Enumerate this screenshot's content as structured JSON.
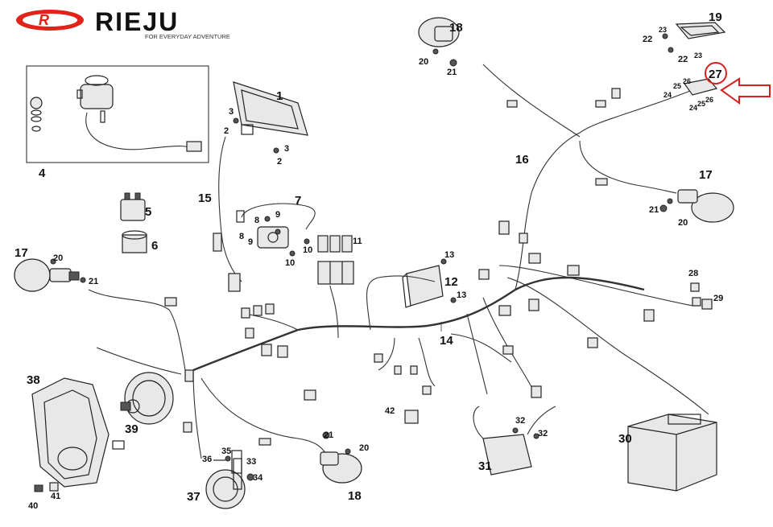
{
  "brand": {
    "name": "RIEJU",
    "tagline": "FOR EVERYDAY ADVENTURE",
    "logo_color": "#e2231a"
  },
  "highlight": {
    "part": "27",
    "color": "#d62020"
  },
  "callouts": [
    {
      "id": "c1",
      "text": "1",
      "size": "big"
    },
    {
      "id": "c2a",
      "text": "2",
      "size": "sm"
    },
    {
      "id": "c2b",
      "text": "2",
      "size": "sm"
    },
    {
      "id": "c3a",
      "text": "3",
      "size": "sm"
    },
    {
      "id": "c3b",
      "text": "3",
      "size": "sm"
    },
    {
      "id": "c4",
      "text": "4",
      "size": "big"
    },
    {
      "id": "c5",
      "text": "5",
      "size": "big"
    },
    {
      "id": "c6",
      "text": "6",
      "size": "big"
    },
    {
      "id": "c7",
      "text": "7",
      "size": "big"
    },
    {
      "id": "c8a",
      "text": "8",
      "size": "sm"
    },
    {
      "id": "c8b",
      "text": "8",
      "size": "sm"
    },
    {
      "id": "c9a",
      "text": "9",
      "size": "sm"
    },
    {
      "id": "c9b",
      "text": "9",
      "size": "sm"
    },
    {
      "id": "c10a",
      "text": "10",
      "size": "sm"
    },
    {
      "id": "c10b",
      "text": "10",
      "size": "sm"
    },
    {
      "id": "c11",
      "text": "11",
      "size": "sm"
    },
    {
      "id": "c12",
      "text": "12",
      "size": "big"
    },
    {
      "id": "c13a",
      "text": "13",
      "size": "sm"
    },
    {
      "id": "c13b",
      "text": "13",
      "size": "sm"
    },
    {
      "id": "c14",
      "text": "14",
      "size": "big"
    },
    {
      "id": "c15",
      "text": "15",
      "size": "big"
    },
    {
      "id": "c16",
      "text": "16",
      "size": "big"
    },
    {
      "id": "c17a",
      "text": "17",
      "size": "big"
    },
    {
      "id": "c17b",
      "text": "17",
      "size": "big"
    },
    {
      "id": "c18a",
      "text": "18",
      "size": "big"
    },
    {
      "id": "c18b",
      "text": "18",
      "size": "big"
    },
    {
      "id": "c19",
      "text": "19",
      "size": "big"
    },
    {
      "id": "c20a",
      "text": "20",
      "size": "sm"
    },
    {
      "id": "c20b",
      "text": "20",
      "size": "sm"
    },
    {
      "id": "c20c",
      "text": "20",
      "size": "sm"
    },
    {
      "id": "c20d",
      "text": "20",
      "size": "sm"
    },
    {
      "id": "c21a",
      "text": "21",
      "size": "sm"
    },
    {
      "id": "c21b",
      "text": "21",
      "size": "sm"
    },
    {
      "id": "c21c",
      "text": "21",
      "size": "sm"
    },
    {
      "id": "c21d",
      "text": "21",
      "size": "sm"
    },
    {
      "id": "c22a",
      "text": "22",
      "size": "sm"
    },
    {
      "id": "c22b",
      "text": "22",
      "size": "sm"
    },
    {
      "id": "c23a",
      "text": "23",
      "size": "xs"
    },
    {
      "id": "c23b",
      "text": "23",
      "size": "xs"
    },
    {
      "id": "c24a",
      "text": "24",
      "size": "xs"
    },
    {
      "id": "c24b",
      "text": "24",
      "size": "xs"
    },
    {
      "id": "c25a",
      "text": "25",
      "size": "xs"
    },
    {
      "id": "c25b",
      "text": "25",
      "size": "xs"
    },
    {
      "id": "c26a",
      "text": "26",
      "size": "xs"
    },
    {
      "id": "c26b",
      "text": "26",
      "size": "xs"
    },
    {
      "id": "c27",
      "text": "27",
      "size": "big"
    },
    {
      "id": "c28",
      "text": "28",
      "size": "sm"
    },
    {
      "id": "c29",
      "text": "29",
      "size": "sm"
    },
    {
      "id": "c30",
      "text": "30",
      "size": "big"
    },
    {
      "id": "c31",
      "text": "31",
      "size": "big"
    },
    {
      "id": "c32a",
      "text": "32",
      "size": "sm"
    },
    {
      "id": "c32b",
      "text": "32",
      "size": "sm"
    },
    {
      "id": "c33",
      "text": "33",
      "size": "sm"
    },
    {
      "id": "c34",
      "text": "34",
      "size": "sm"
    },
    {
      "id": "c35",
      "text": "35",
      "size": "sm"
    },
    {
      "id": "c36",
      "text": "36",
      "size": "sm"
    },
    {
      "id": "c37",
      "text": "37",
      "size": "big"
    },
    {
      "id": "c38",
      "text": "38",
      "size": "big"
    },
    {
      "id": "c39",
      "text": "39",
      "size": "big"
    },
    {
      "id": "c40",
      "text": "40",
      "size": "sm"
    },
    {
      "id": "c41",
      "text": "41",
      "size": "sm"
    },
    {
      "id": "c42",
      "text": "42",
      "size": "sm"
    }
  ]
}
